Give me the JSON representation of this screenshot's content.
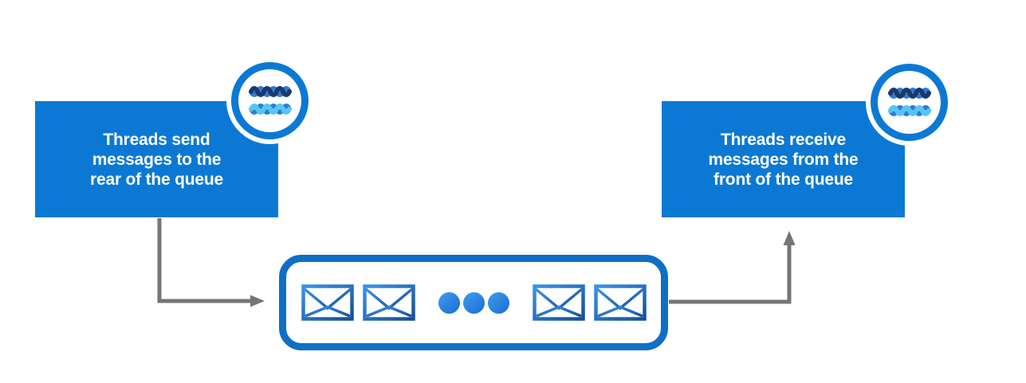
{
  "colors": {
    "card_blue": "#0b79d4",
    "queue_border": "#0e6fc6",
    "arrow_gray": "#757575",
    "wave_dark": "#1a3a6d",
    "wave_mid": "#2e7ad8",
    "wave_cyan": "#55c6f2",
    "text_white": "#ffffff"
  },
  "cards": {
    "producer": {
      "lines": [
        "Threads send",
        "messages to the",
        "rear of the queue"
      ],
      "icon": "threads-waves-icon"
    },
    "consumer": {
      "lines": [
        "Threads receive",
        "messages from the",
        "front of the queue"
      ],
      "icon": "threads-waves-icon"
    }
  },
  "queue": {
    "message_icon": "envelope-icon",
    "visible_messages": 4,
    "ellipsis_dots": 3
  }
}
